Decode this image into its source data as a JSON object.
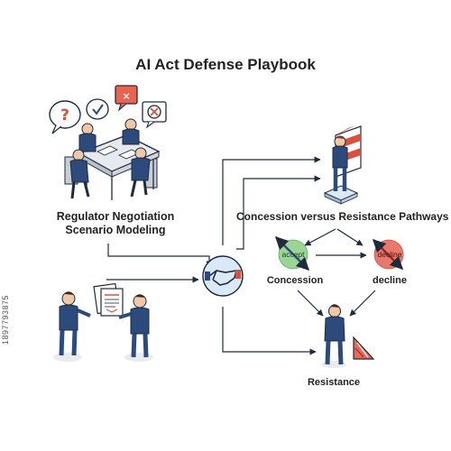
{
  "title": "AI Act Defense Playbook",
  "nodes": {
    "regulator_label": "Regulator Negotiation Scenario Modeling",
    "pathways_label": "Concession versus Resistance Pathways",
    "concession_label": "Concession",
    "decline_label": "decline",
    "resistance_label": "Resistance",
    "accept_badge": "accept",
    "decline_badge": "decline"
  },
  "stock_id": "1897793875",
  "colors": {
    "navy": "#2c4a7c",
    "outline": "#1e2b3d",
    "accept_green": "#8fd18a",
    "decline_red": "#e66a5a",
    "stripe_red": "#d9503f",
    "hub_blue": "#dbe8f7"
  },
  "icons": [
    "question-bubble-icon",
    "check-bubble-icon",
    "x-bubble-icon",
    "handshake-icon",
    "document-icon",
    "arrow-icon",
    "warning-triangle-icon"
  ]
}
